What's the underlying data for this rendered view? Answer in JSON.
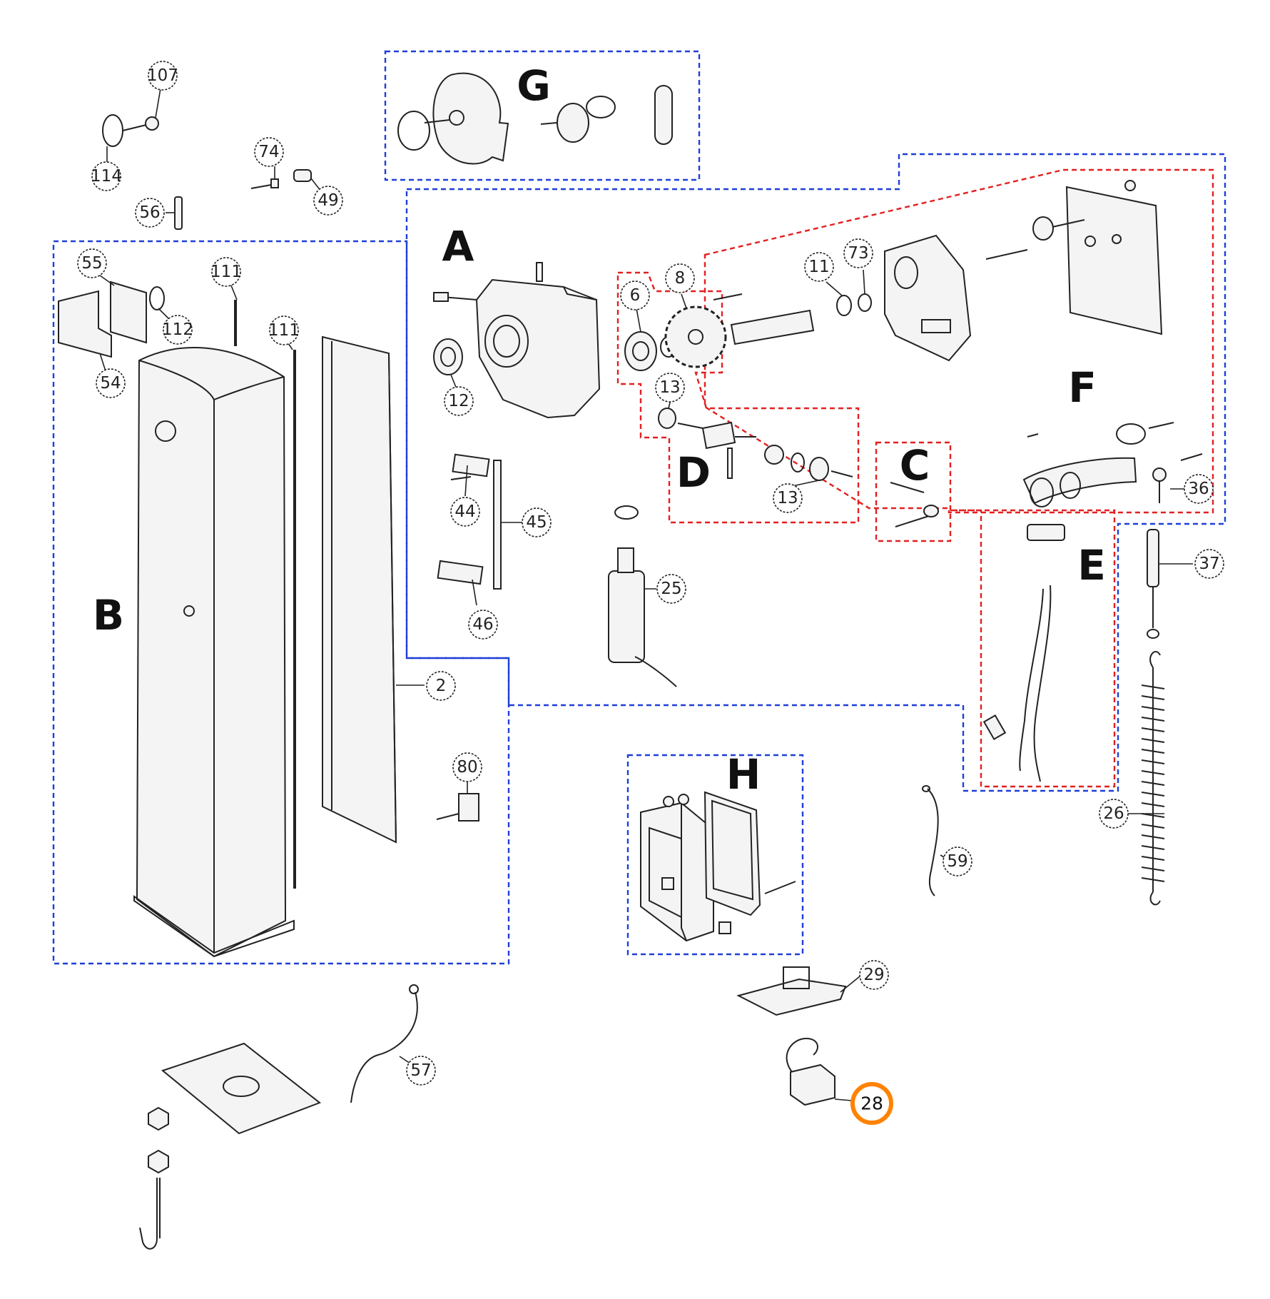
{
  "colors": {
    "blue_group": "#1f3fd8",
    "red_group": "#e22020",
    "highlight": "#ff8200",
    "ink": "#222222"
  },
  "group_letters": [
    "A",
    "B",
    "C",
    "D",
    "E",
    "F",
    "G",
    "H"
  ],
  "part_labels": [
    "107",
    "114",
    "74",
    "49",
    "56",
    "55",
    "112",
    "54",
    "111",
    "111",
    "12",
    "6",
    "8",
    "11",
    "73",
    "13",
    "13",
    "36",
    "37",
    "44",
    "45",
    "46",
    "25",
    "2",
    "80",
    "26",
    "59",
    "29",
    "57"
  ],
  "highlighted_part": "28"
}
